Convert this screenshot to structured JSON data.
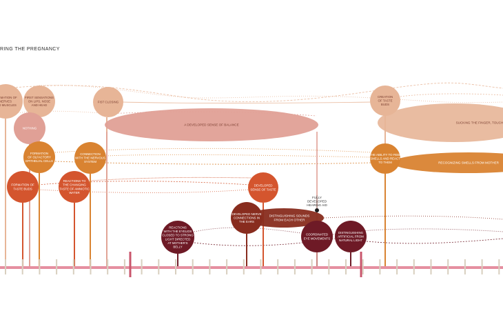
{
  "title": "RING THE PREGNANCY",
  "colors": {
    "timeline": "#e58fa0",
    "tick": "#d8cfbf",
    "marker": "#c9566c",
    "peach": "#e7b597",
    "rose": "#e0a096",
    "orange": "#d98331",
    "orange_red": "#d4552e",
    "dark_red": "#882c1e",
    "maroon": "#6e1a26",
    "dark_text": "#7a3e30"
  },
  "bubbles": [
    {
      "id": "b1",
      "label": "FORMATION OF NERVES AND MUSCLES",
      "tone": "peach"
    },
    {
      "id": "b2",
      "label": "FIRST SENSATIONS ON LIPS, NOSE AND HEAD",
      "tone": "peach"
    },
    {
      "id": "b3",
      "label": "FIST CLOSING",
      "tone": "peach"
    },
    {
      "id": "b4",
      "label": "CREATION OF TASTE BUDS",
      "tone": "peach"
    },
    {
      "id": "b5",
      "label": "NOTHING",
      "tone": "rose"
    },
    {
      "id": "b6",
      "label": "FORMATION OF OLFACTORY EPITHELIAL CELLS",
      "tone": "orange"
    },
    {
      "id": "b7",
      "label": "CONNECTION WITH THE NERVOUS SYSTEM",
      "tone": "orange"
    },
    {
      "id": "b8",
      "label": "THE ABILITY TO FEEL SMELLS AND REACT TO THEM",
      "tone": "orange"
    },
    {
      "id": "b9",
      "label": "FORMATION OF TASTE BUDS",
      "tone": "orange_red"
    },
    {
      "id": "b10",
      "label": "REACTIONS TO THE CHANGING TASTE OF AMNIOTIC WATER",
      "tone": "orange_red"
    },
    {
      "id": "b11",
      "label": "DEVELOPED SENSE OF TASTE",
      "tone": "orange_red"
    },
    {
      "id": "b12",
      "label": "DEVELOPED NERVE CONNECTIONS IN THE EARS",
      "tone": "dark_red"
    },
    {
      "id": "b13",
      "label": "REACTIONS WITH THE EYELIDS CLOSED TO STRONG LIGHT DIRECTED AT MOTHER'S BELLY",
      "tone": "maroon"
    },
    {
      "id": "b14",
      "label": "COORDINATED EYE MOVEMENTS",
      "tone": "maroon"
    },
    {
      "id": "b15",
      "label": "DISTINGUISHING ARTIFICIAL FROM NATURAL LIGHT",
      "tone": "maroon"
    }
  ],
  "ellipses": [
    {
      "id": "e1",
      "label": "A DEVELOPED SENSE OF BALANCE",
      "tone": "rose"
    },
    {
      "id": "e2",
      "label": "SUCKING THE FINGER, TOUCHING",
      "tone": "peach"
    },
    {
      "id": "e3",
      "label": "RECOGNIZING SMELLS FROM MOTHER",
      "tone": "orange"
    },
    {
      "id": "e4",
      "label": "DISTINGUISHING SOUNDS FROM EACH OTHER",
      "tone": "dark_red"
    }
  ],
  "callouts": [
    {
      "id": "c1",
      "label": "FULLY DEVELOPED HEARING AID"
    }
  ]
}
